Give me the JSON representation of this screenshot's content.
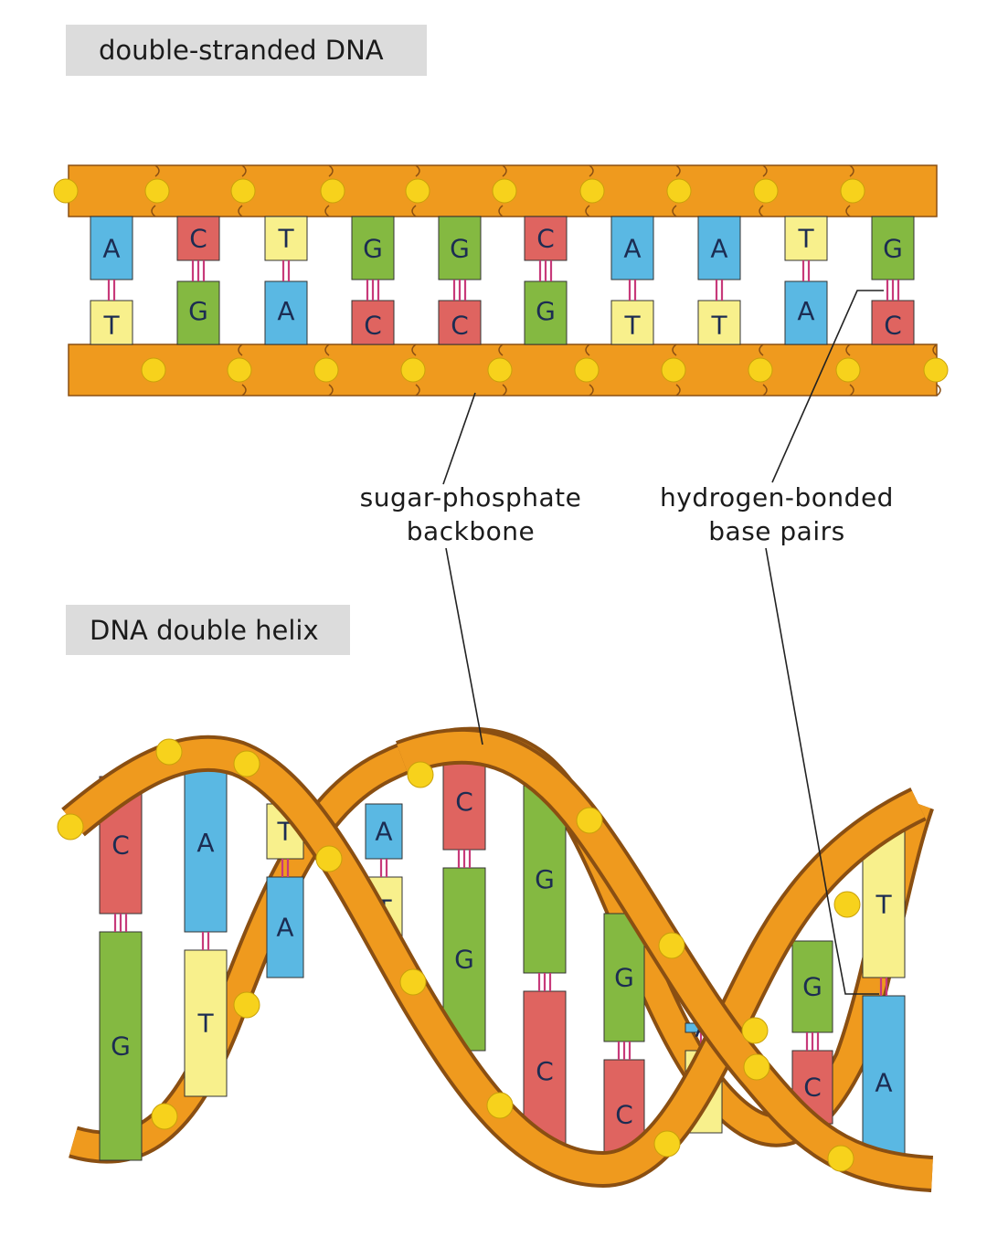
{
  "titles": {
    "double_stranded": "double-stranded DNA",
    "double_helix": "DNA double helix"
  },
  "callouts": {
    "backbone_line1": "sugar-phosphate",
    "backbone_line2": "backbone",
    "hbond_line1": "hydrogen-bonded",
    "hbond_line2": "base pairs"
  },
  "colors": {
    "backbone": "#ef9a1e",
    "backbone_edge": "#8a4f12",
    "phosphate": "#f7d21c",
    "A": "#5ab8e3",
    "T": "#f8f08c",
    "G": "#84b941",
    "C": "#df6460",
    "bond": "#c73a7a"
  },
  "strand": {
    "top": [
      "A",
      "C",
      "T",
      "G",
      "G",
      "C",
      "A",
      "A",
      "T",
      "G"
    ],
    "bottom": [
      "T",
      "G",
      "A",
      "C",
      "C",
      "G",
      "T",
      "T",
      "A",
      "C"
    ]
  },
  "helix_bases": [
    {
      "top": "C",
      "bottom": "G"
    },
    {
      "top": "A",
      "bottom": "T"
    },
    {
      "top": "T",
      "bottom": "A"
    },
    {
      "top": "A",
      "bottom": "T"
    },
    {
      "top": "C",
      "bottom": "G"
    },
    {
      "top": "G",
      "bottom": "C"
    },
    {
      "top": "G",
      "bottom": "C"
    },
    {
      "top": "A",
      "bottom": "T"
    },
    {
      "top": "G",
      "bottom": "C"
    },
    {
      "top": "T",
      "bottom": "A"
    }
  ]
}
